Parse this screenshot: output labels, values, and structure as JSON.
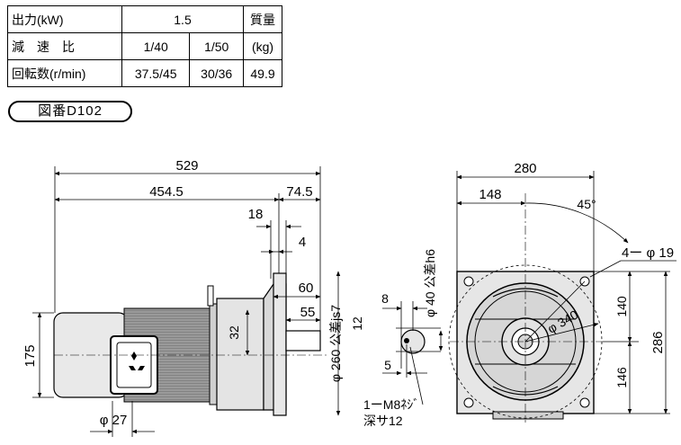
{
  "spec_table": {
    "output_label": "出力(kW)",
    "output_value": "1.5",
    "mass_label": "質量",
    "ratio_label": "減　速　比",
    "ratio_1": "1/40",
    "ratio_2": "1/50",
    "mass_unit": "(kg)",
    "speed_label": "回転数(r/min)",
    "speed_1": "37.5/45",
    "speed_2": "30/36",
    "mass_value": "49.9"
  },
  "drawing_number": "図番D102",
  "side_view": {
    "dim_total_length": "529",
    "dim_motor_length": "454.5",
    "dim_gear_length": "74.5",
    "dim_18": "18",
    "dim_4": "4",
    "dim_60": "60",
    "dim_55": "55",
    "dim_32": "32",
    "dim_175": "175",
    "dim_fan_dia": "φ 27",
    "dim_flange_dia": "φ 260 公差js7",
    "dim_shaft_dia": "φ 40 公差h6"
  },
  "keyway_detail": {
    "dim_8": "8",
    "dim_12": "12",
    "dim_5": "5",
    "tap_note_line1": "1ーM8ﾈｼﾞ",
    "tap_note_line2": "深サ12"
  },
  "front_view": {
    "dim_width": "280",
    "dim_148": "148",
    "dim_angle": "45°",
    "dim_bolt_holes": "4ー φ 19",
    "dim_pcd": "φ 340",
    "dim_140": "140",
    "dim_146": "146",
    "dim_height": "286"
  }
}
